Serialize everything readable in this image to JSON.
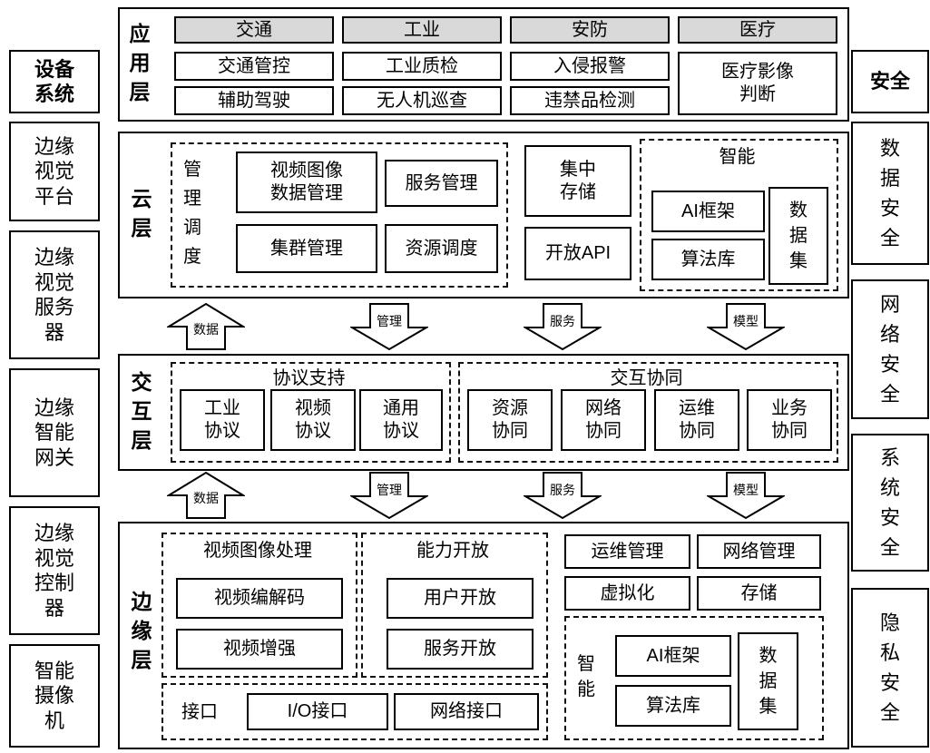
{
  "left_panel": {
    "title": "设备系统",
    "items": [
      "边缘视觉平台",
      "边缘视觉服务器",
      "边缘智能网关",
      "边缘视觉控制器",
      "智能摄像机"
    ]
  },
  "right_panel": {
    "title": "安全",
    "items": [
      "数据安全",
      "网络安全",
      "系统安全",
      "隐私安全"
    ]
  },
  "application_layer": {
    "label": "应用层",
    "columns": [
      {
        "header": "交通",
        "items": [
          "交通管控",
          "辅助驾驶"
        ]
      },
      {
        "header": "工业",
        "items": [
          "工业质检",
          "无人机巡查"
        ]
      },
      {
        "header": "安防",
        "items": [
          "入侵报警",
          "违禁品检测"
        ]
      },
      {
        "header": "医疗",
        "items": [
          "医疗影像判断"
        ]
      }
    ]
  },
  "cloud_layer": {
    "label": "云层",
    "management_group": {
      "label": "管理调度",
      "items": [
        "视频图像数据管理",
        "服务管理",
        "集群管理",
        "资源调度"
      ]
    },
    "storage_box": "集中存储",
    "api_box": "开放API",
    "intelligence_group": {
      "label": "智能",
      "items": [
        "AI框架",
        "算法库",
        "数据集"
      ]
    }
  },
  "flows": {
    "up": "数据",
    "down": [
      "管理",
      "服务",
      "模型"
    ]
  },
  "interaction_layer": {
    "label": "交互层",
    "protocol_group": {
      "label": "协议支持",
      "items": [
        "工业协议",
        "视频协议",
        "通用协议"
      ]
    },
    "collaboration_group": {
      "label": "交互协同",
      "items": [
        "资源协同",
        "网络协同",
        "运维协同",
        "业务协同"
      ]
    }
  },
  "edge_layer": {
    "label": "边缘层",
    "video_group": {
      "label": "视频图像处理",
      "items": [
        "视频编解码",
        "视频增强"
      ]
    },
    "capability_group": {
      "label": "能力开放",
      "items": [
        "用户开放",
        "服务开放"
      ]
    },
    "management_boxes": [
      "运维管理",
      "网络管理",
      "虚拟化",
      "存储"
    ],
    "intelligence_group": {
      "label": "智能",
      "items": [
        "AI框架",
        "算法库",
        "数据集"
      ]
    },
    "interface_group": {
      "label": "接口",
      "items": [
        "I/O接口",
        "网络接口"
      ]
    }
  },
  "colors": {
    "header_fill": "#d9d9d9",
    "border": "#000000",
    "background": "#ffffff"
  }
}
